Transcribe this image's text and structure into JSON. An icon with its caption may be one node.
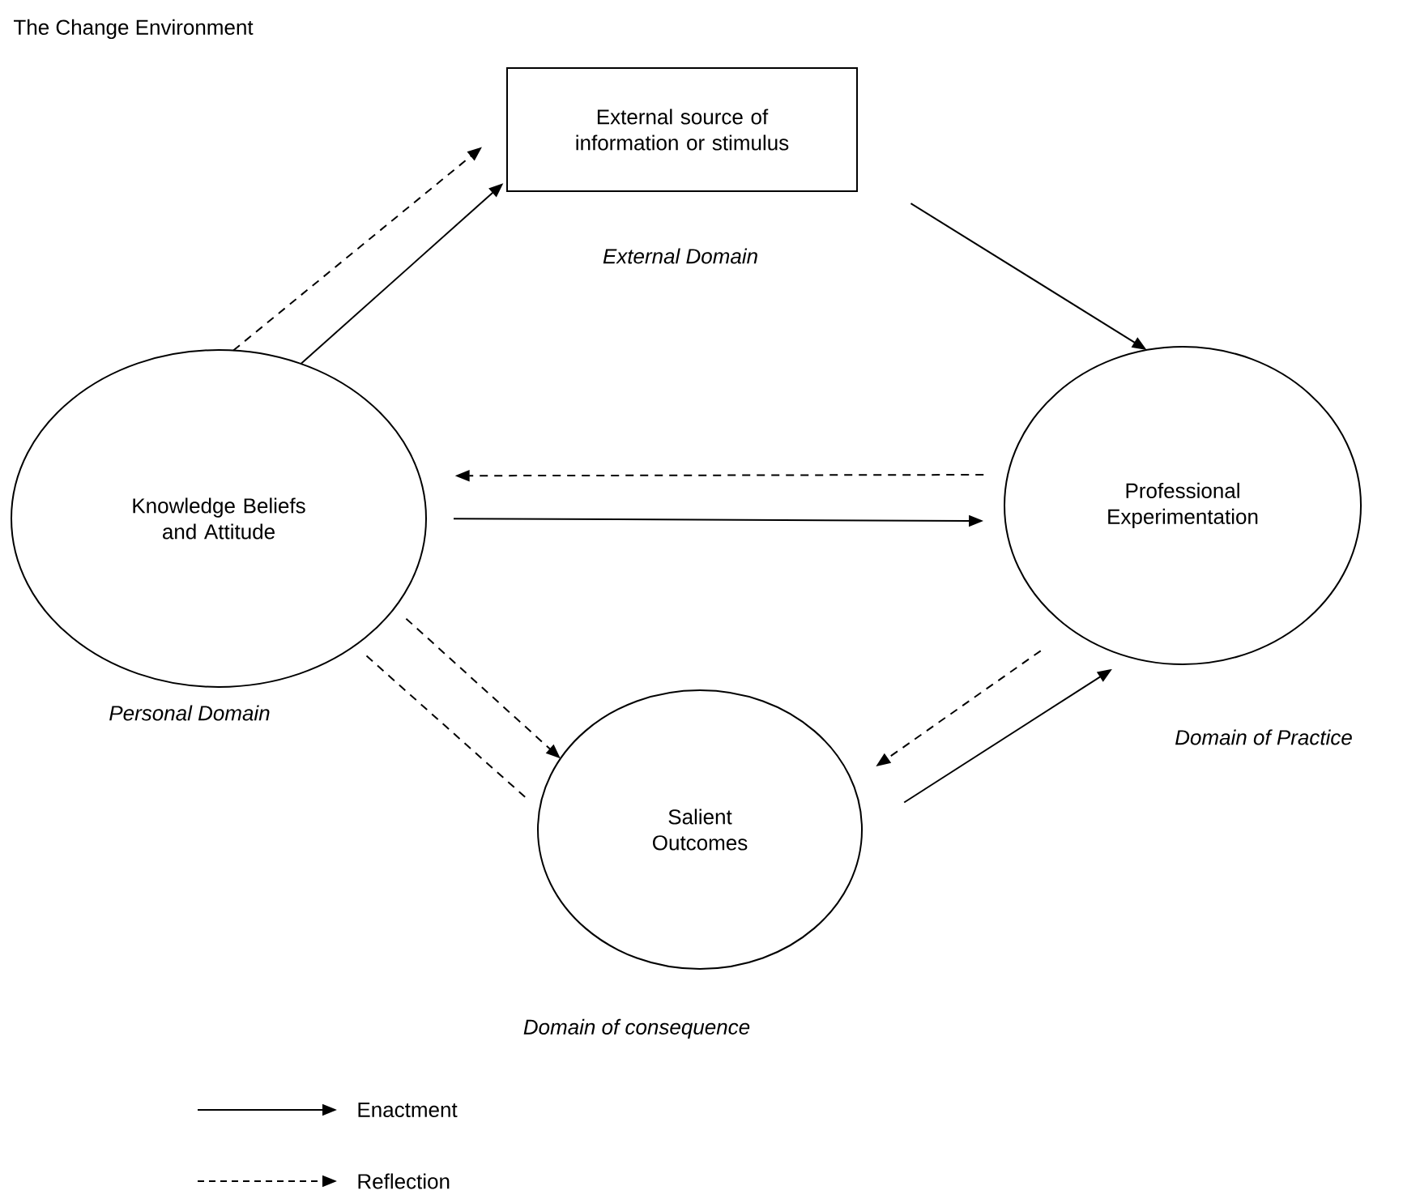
{
  "diagram": {
    "title": "The Change Environment",
    "nodes": [
      {
        "text": [
          "External source of information or stimulus"
        ],
        "beside": [
          "External Domain"
        ]
      },
      {
        "text": [
          "Knowledge Beliefs and Attitude"
        ],
        "beside": [
          "Personal Domain"
        ]
      },
      {
        "text": [
          "Professional Experimentation"
        ],
        "beside": [
          "Domain of Practice"
        ]
      },
      {
        "text": [
          "Salient Outcomes"
        ],
        "beside": [
          "Domain of consequence"
        ]
      }
    ],
    "edges": [
      {
        "from": 1,
        "to": 0,
        "arrow": "to",
        "style": "dashed"
      },
      {
        "from": 1,
        "to": 0,
        "arrow": "to"
      },
      {
        "from": 0,
        "to": 2,
        "arrow": "to"
      },
      {
        "from": 2,
        "to": 1,
        "arrow": "to",
        "style": "dashed"
      },
      {
        "from": 1,
        "to": 2,
        "arrow": "to"
      },
      {
        "from": 1,
        "to": 3,
        "arrow": "to",
        "style": "dashed"
      },
      {
        "from": 1,
        "to": 3,
        "arrow": "none",
        "style": "dashed"
      },
      {
        "from": 2,
        "to": 3,
        "arrow": "to",
        "style": "dashed"
      },
      {
        "from": 3,
        "to": 2,
        "arrow": "to"
      }
    ],
    "legend": [
      {
        "text": "Enactment"
      },
      {
        "text": "Reflection"
      }
    ]
  }
}
